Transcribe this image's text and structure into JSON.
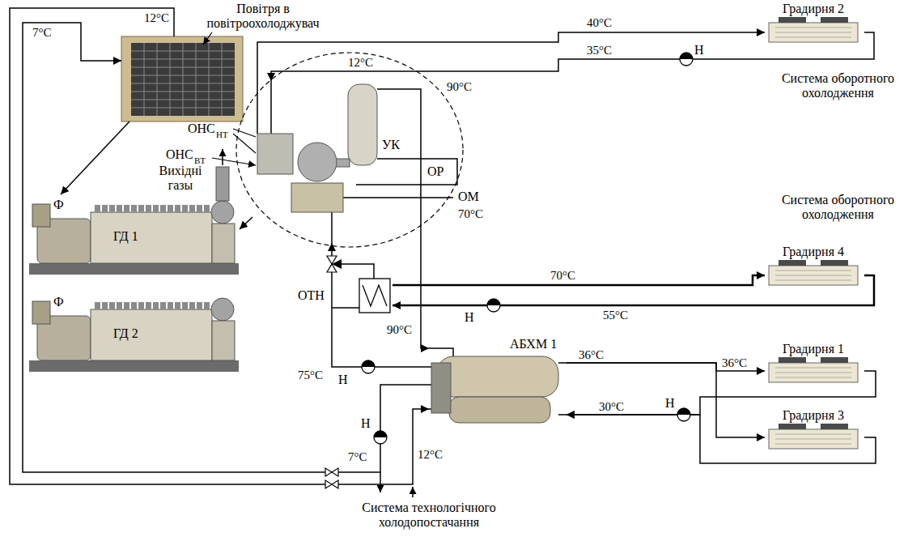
{
  "diagram": {
    "nodes": [
      {
        "text": [
          "Повітря в повітроохолоджувач"
        ]
      },
      {
        "text": [
          "Градирня 2"
        ]
      },
      {
        "text": [
          "УК"
        ]
      },
      {
        "text": [
          "Ф",
          "ГД 1"
        ]
      },
      {
        "text": [
          "Ф",
          "ГД 2"
        ]
      },
      {
        "text": [
          "Градирня 4"
        ]
      },
      {
        "text": [
          "ОТН"
        ]
      },
      {
        "text": [
          "АБХМ 1"
        ]
      },
      {
        "text": [
          "Градирня 1"
        ]
      },
      {
        "text": [
          "Градирня 3"
        ]
      }
    ],
    "edges": [
      {
        "from": 0,
        "to": 3,
        "arrow": "to"
      },
      {
        "from": 2,
        "to": 3,
        "arrow": "to"
      },
      {
        "from": 2,
        "to": 1,
        "arrow": "to"
      },
      {
        "from": 1,
        "to": 2,
        "arrow": "to"
      },
      {
        "from": 2,
        "to": 7,
        "arrow": "to"
      },
      {
        "from": 7,
        "to": 2,
        "arrow": "to"
      },
      {
        "from": 6,
        "to": 5,
        "arrow": "to"
      },
      {
        "from": 5,
        "to": 6,
        "arrow": "to"
      },
      {
        "from": 7,
        "to": 8,
        "arrow": "to"
      },
      {
        "from": 7,
        "to": 9,
        "arrow": "to"
      },
      {
        "from": 8,
        "to": 7,
        "arrow": "to"
      },
      {
        "from": 9,
        "to": 7,
        "arrow": "to"
      },
      {
        "from": 7,
        "to": 0,
        "arrow": "to"
      },
      {
        "from": 0,
        "to": 7,
        "arrow": "to"
      }
    ],
    "labels": [
      "12°C",
      "7°C",
      "40°C",
      "35°C",
      "Н",
      "Система оборотного охолодження",
      "12°C",
      "90°C",
      "ОНС",
      "НТ",
      "ОНС",
      "ВТ",
      "Вихідні газы",
      "ОР",
      "ОМ",
      "70°C",
      "Система оборотного охолодження",
      "70°C",
      "Н",
      "55°C",
      "90°C",
      "36°C",
      "36°C",
      "75°C",
      "Н",
      "Н",
      "Н",
      "30°C",
      "7°C",
      "12°C",
      "Система технологічного холодопостачання"
    ]
  }
}
